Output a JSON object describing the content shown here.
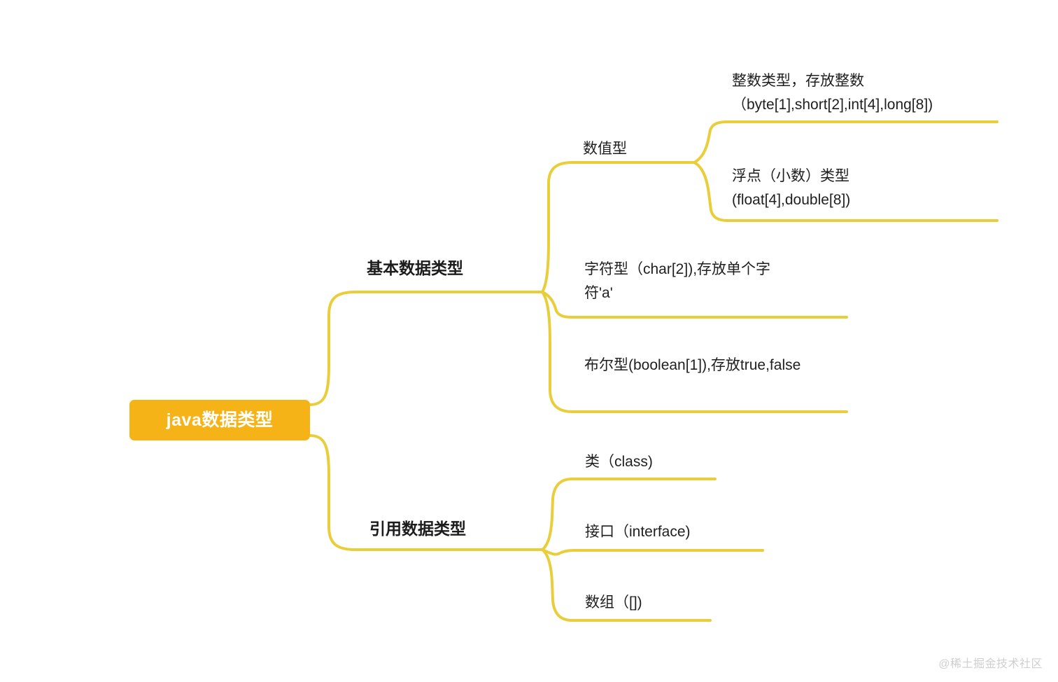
{
  "diagram": {
    "type": "mindmap",
    "title": "java数据类型",
    "colors": {
      "root_background": "#F5B317",
      "root_text": "#FFFFFF",
      "connector": "#E9CE3C",
      "label_text": "#1C1C1C",
      "canvas_background": "#FFFFFF",
      "watermark_text": "#CFCFCF"
    },
    "root": {
      "label": "java数据类型"
    },
    "branches": [
      {
        "id": "primitive",
        "label": "基本数据类型",
        "children": [
          {
            "id": "numeric",
            "label": "数值型",
            "children": [
              {
                "id": "integer",
                "label": "整数类型，存放整数（byte[1],short[2],int[4],long[8])"
              },
              {
                "id": "float",
                "label": "浮点（小数）类型(float[4],double[8])"
              }
            ]
          },
          {
            "id": "char",
            "label": "字符型（char[2]),存放单个字符'a'"
          },
          {
            "id": "boolean",
            "label": "布尔型(boolean[1]),存放true,false"
          }
        ]
      },
      {
        "id": "reference",
        "label": "引用数据类型",
        "children": [
          {
            "id": "class",
            "label": "类（class)"
          },
          {
            "id": "interface",
            "label": "接口（interface)"
          },
          {
            "id": "array",
            "label": "数组（[])"
          }
        ]
      }
    ]
  },
  "watermark": {
    "text": "@稀土掘金技术社区"
  }
}
